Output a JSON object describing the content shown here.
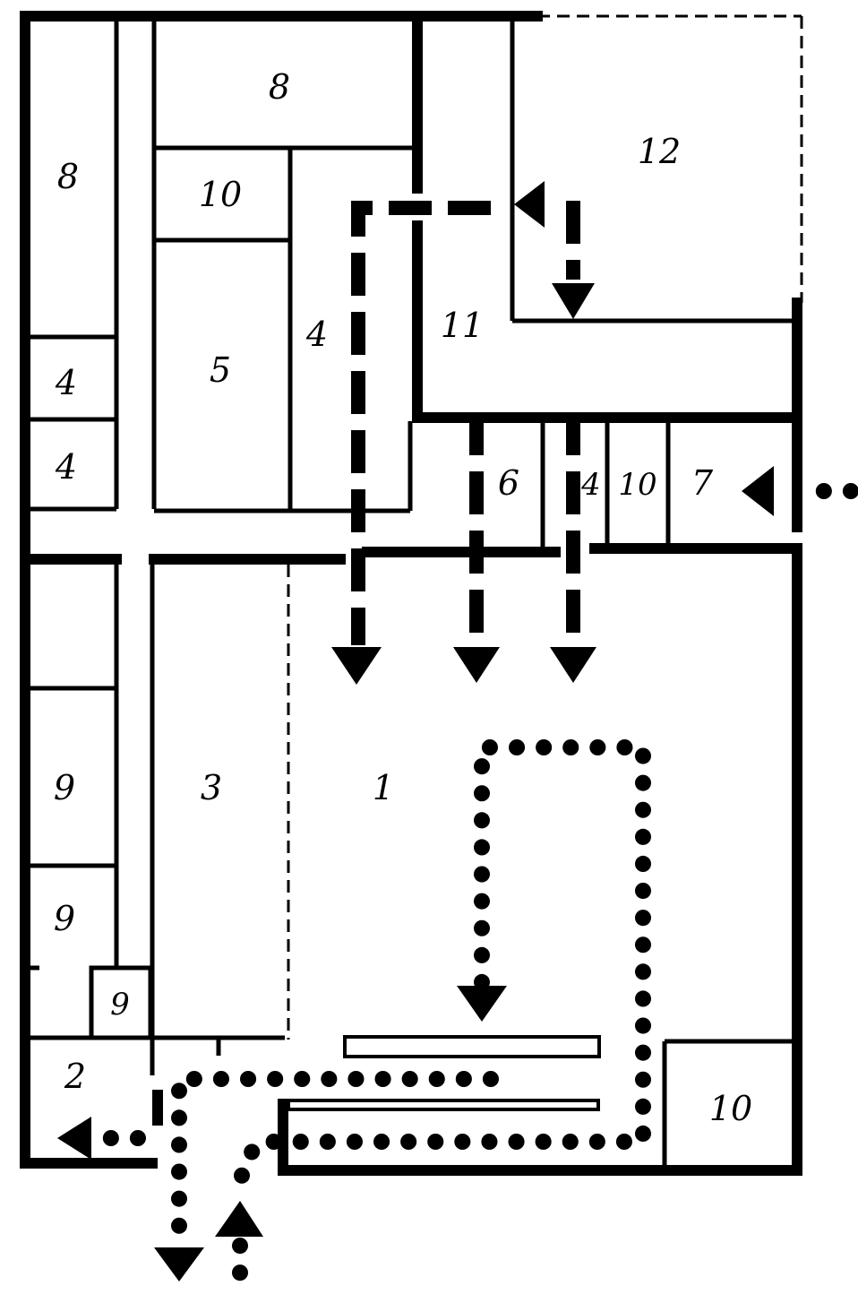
{
  "rooms": {
    "r8_left": "8",
    "r8_top": "8",
    "r10_top": "10",
    "r12": "12",
    "r4_left_a": "4",
    "r4_left_b": "4",
    "r5": "5",
    "r4_mid": "4",
    "r11": "11",
    "r6": "6",
    "r4_small": "4",
    "r10_small": "10",
    "r7": "7",
    "r9_a": "9",
    "r9_b": "9",
    "r9_c": "9",
    "r3": "3",
    "r1": "1",
    "r2": "2",
    "r10_bottom": "10"
  }
}
